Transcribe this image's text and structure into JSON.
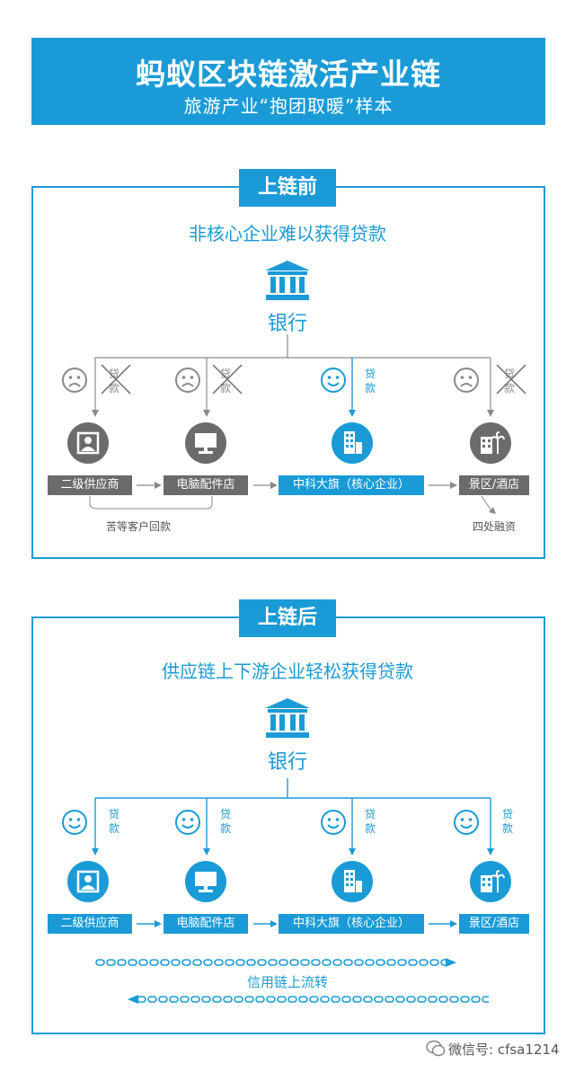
{
  "header": {
    "title": "蚂蚁区块链激活产业链",
    "subtitle": "旅游产业“抱团取暖”样本"
  },
  "before": {
    "tag": "上链前",
    "subtitle": "非核心企业难以获得贷款",
    "bank": "银行",
    "loan": "贷款",
    "nodes": [
      "二级供应商",
      "电脑配件店",
      "中科大旗（核心企业）",
      "景区/酒店"
    ],
    "note_left": "苦等客户回款",
    "note_right": "四处融资"
  },
  "after": {
    "tag": "上链后",
    "subtitle": "供应链上下游企业轻松获得贷款",
    "bank": "银行",
    "loan": "贷款",
    "nodes": [
      "二级供应商",
      "电脑配件店",
      "中科大旗（核心企业）",
      "景区/酒店"
    ],
    "chain_label": "信用链上流转"
  },
  "watermark": "微信号: cfsa1214",
  "colors": {
    "accent": "#1a9bd7",
    "gray": "#6b6b6b"
  },
  "icons": [
    "bank-icon",
    "sad-face-icon",
    "smile-face-icon",
    "cross-icon",
    "person-card-icon",
    "monitor-icon",
    "building-icon",
    "palm-building-icon",
    "wechat-icon"
  ]
}
